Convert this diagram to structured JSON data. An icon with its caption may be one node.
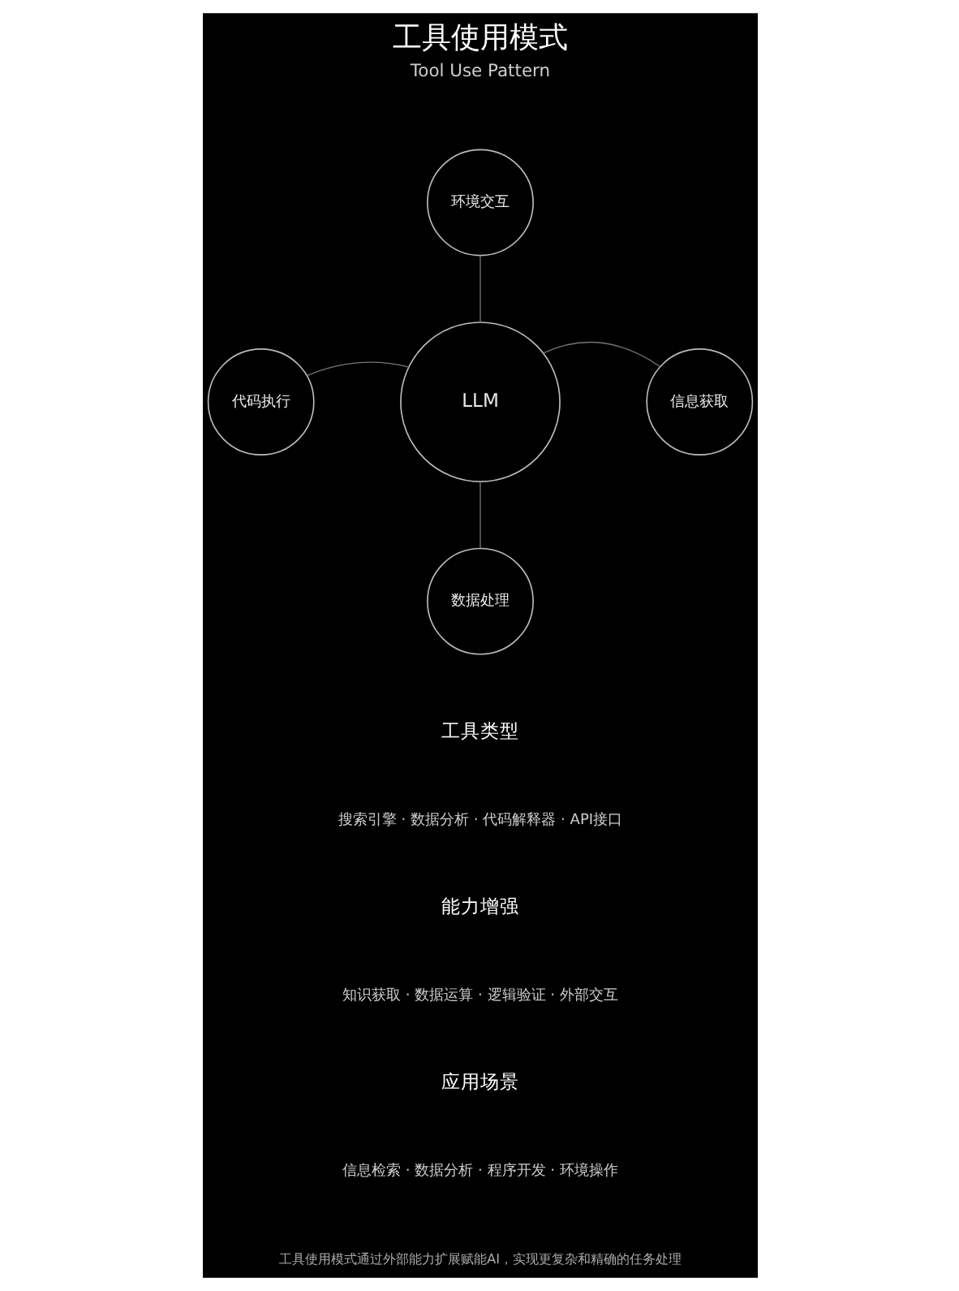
{
  "diagram": {
    "title": "工具使用模式",
    "caption": "工具使用模式通过外部能力扩展赋能AI，实现更复杂和精确的任务处理",
    "nodes": [
      {
        "text": [
          "LLM"
        ]
      },
      {
        "text": [
          "环境交互"
        ]
      },
      {
        "text": [
          "代码执行"
        ]
      },
      {
        "text": [
          "信息获取"
        ]
      },
      {
        "text": [
          "数据处理"
        ]
      }
    ],
    "edges": [
      {
        "from": 0,
        "to": 1,
        "arrow": "none"
      },
      {
        "from": 2,
        "to": 0,
        "arrow": "none"
      },
      {
        "from": 0,
        "to": 3,
        "arrow": "none"
      },
      {
        "from": 0,
        "to": 4,
        "arrow": "none"
      }
    ],
    "labels": [
      "Tool Use Pattern",
      "工具类型",
      "搜索引擎 · 数据分析 · 代码解释器 · API接口",
      "能力增强",
      "知识获取 · 数据运算 · 逻辑验证 · 外部交互",
      "应用场景",
      "信息检索 · 数据分析 · 程序开发 · 环境操作"
    ]
  }
}
